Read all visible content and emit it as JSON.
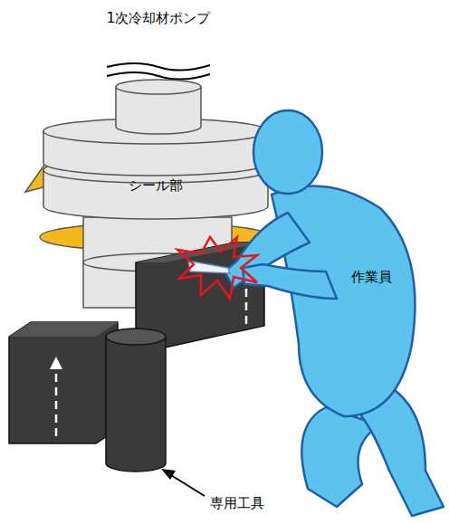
{
  "diagram": {
    "labels": [
      "1次冷却材ポンプ",
      "シール部",
      "作業員",
      "専用工具"
    ]
  }
}
